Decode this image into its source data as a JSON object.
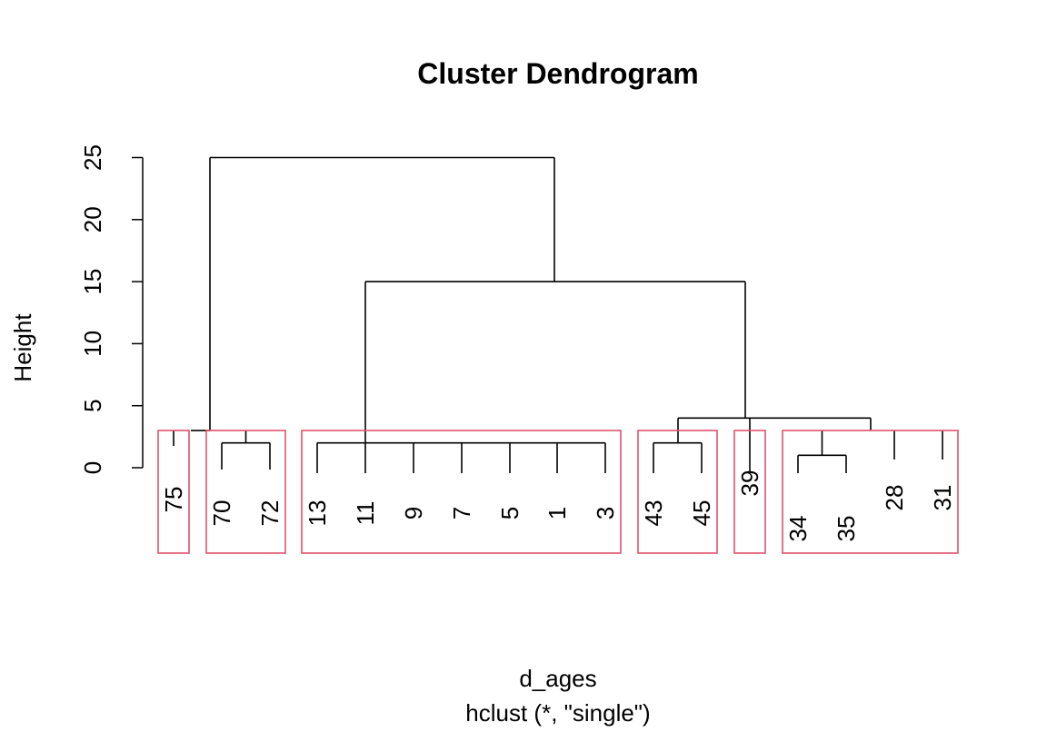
{
  "chart_data": {
    "type": "dendrogram",
    "title": "Cluster Dendrogram",
    "ylabel": "Height",
    "xlabel": "d_ages",
    "subtitle": "hclust (*, \"single\")",
    "ylim": [
      0,
      25
    ],
    "yticks": [
      "0",
      "5",
      "10",
      "15",
      "20",
      "25"
    ],
    "leaves": [
      "75",
      "70",
      "72",
      "13",
      "11",
      "9",
      "7",
      "5",
      "1",
      "3",
      "43",
      "45",
      "39",
      "34",
      "35",
      "28",
      "31"
    ],
    "merges": [
      {
        "left": "70",
        "right": "72",
        "height": 2
      },
      {
        "left": "13",
        "right": "3",
        "height": 2
      },
      {
        "left": "43",
        "right": "45",
        "height": 2
      },
      {
        "left": "34",
        "right": "35",
        "height": 1
      },
      {
        "left": "(34,35)",
        "right": "31",
        "height": 3
      },
      {
        "left": "(43,45)",
        "right": "39",
        "height": 4
      },
      {
        "left": "(13..3)",
        "right": "(43..31)",
        "height": 15
      },
      {
        "left": "75",
        "right": "(70,72)",
        "height": 3
      },
      {
        "left": "(75,70,72)",
        "right": "(13..31)",
        "height": 25
      }
    ],
    "rect_hclust": {
      "k": 6,
      "border_color": "#DF536B",
      "groups": [
        [
          "75"
        ],
        [
          "70",
          "72"
        ],
        [
          "13",
          "11",
          "9",
          "7",
          "5",
          "1",
          "3"
        ],
        [
          "43",
          "45"
        ],
        [
          "39"
        ],
        [
          "34",
          "35",
          "28",
          "31"
        ]
      ]
    },
    "line_color": "#000000"
  }
}
